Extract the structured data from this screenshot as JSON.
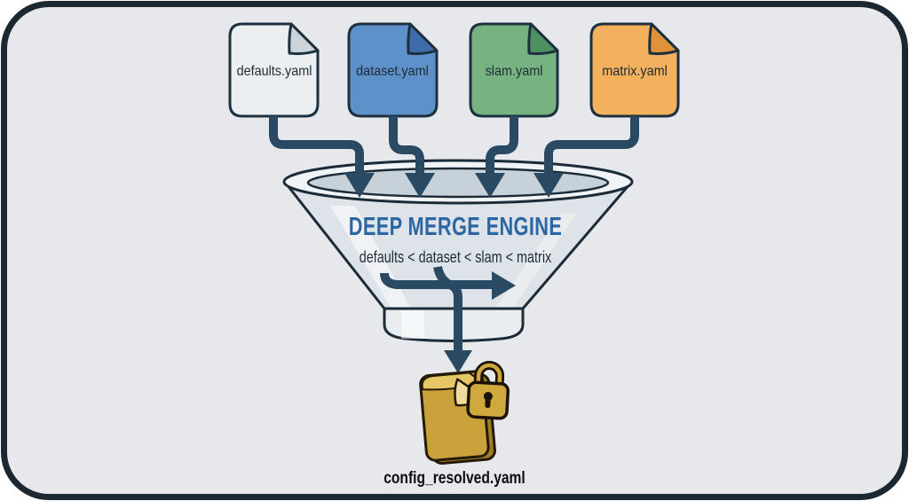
{
  "canvas": {
    "background": "#e6e8ec",
    "frame_border_color": "#1b2731"
  },
  "sources": [
    {
      "label": "defaults.yaml",
      "fill": "#ebeff1",
      "fold": "#ccd4da"
    },
    {
      "label": "dataset.yaml",
      "fill": "#5e91ca",
      "fold": "#3f6dab"
    },
    {
      "label": "slam.yaml",
      "fill": "#76b380",
      "fold": "#4e9161"
    },
    {
      "label": "matrix.yaml",
      "fill": "#f3b15e",
      "fold": "#e0923a"
    }
  ],
  "engine": {
    "title": "DEEP MERGE ENGINE",
    "title_color": "#2c67a3",
    "priority_order": "defaults < dataset < slam < matrix"
  },
  "output": {
    "label": "config_resolved.yaml"
  },
  "colors": {
    "arrow": "#2a4a63",
    "outline": "#1b2b38",
    "funnel_body": "#dde3e8",
    "funnel_spout": "#e9edf0",
    "funnel_inner": "#c7d1d9",
    "funnel_rim": "#f1f4f6",
    "folder_gold": "#c9a23c",
    "folder_gold_dark": "#a07e22",
    "folder_gold_light": "#e6c765",
    "folder_flap": "#eedc9a",
    "lock_gold": "#cfa83e",
    "lock_outline": "#1a1204",
    "label_text": "#1f2c35"
  }
}
